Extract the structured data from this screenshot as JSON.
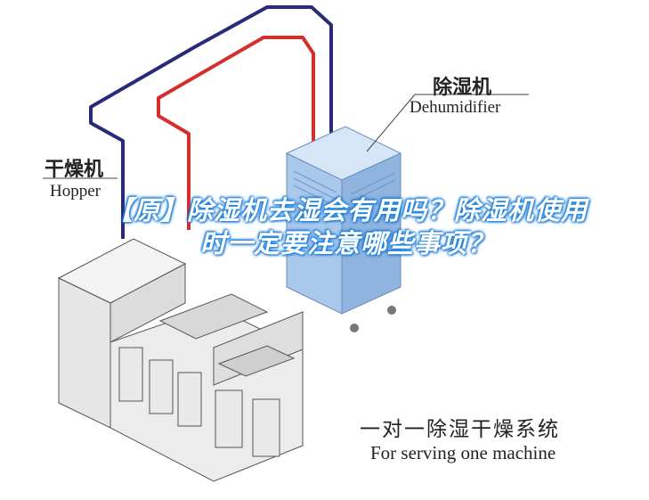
{
  "labels": {
    "dehumidifier_cn": "除湿机",
    "dehumidifier_en": "Dehumidifier",
    "hopper_cn": "干燥机",
    "hopper_en": "Hopper",
    "system_cn": "一对一除湿干燥系统",
    "system_en": "For serving one machine"
  },
  "overlay_title": "【原】除湿机去湿会有用吗？除湿机使用时一定要注意哪些事项？",
  "colors": {
    "pipe_red": "#d62d2d",
    "pipe_blue": "#2a2a7a",
    "dehumidifier_body": "#a9c8ec",
    "machine_body": "#eeeeee",
    "title_glow": "#1e88e5"
  }
}
